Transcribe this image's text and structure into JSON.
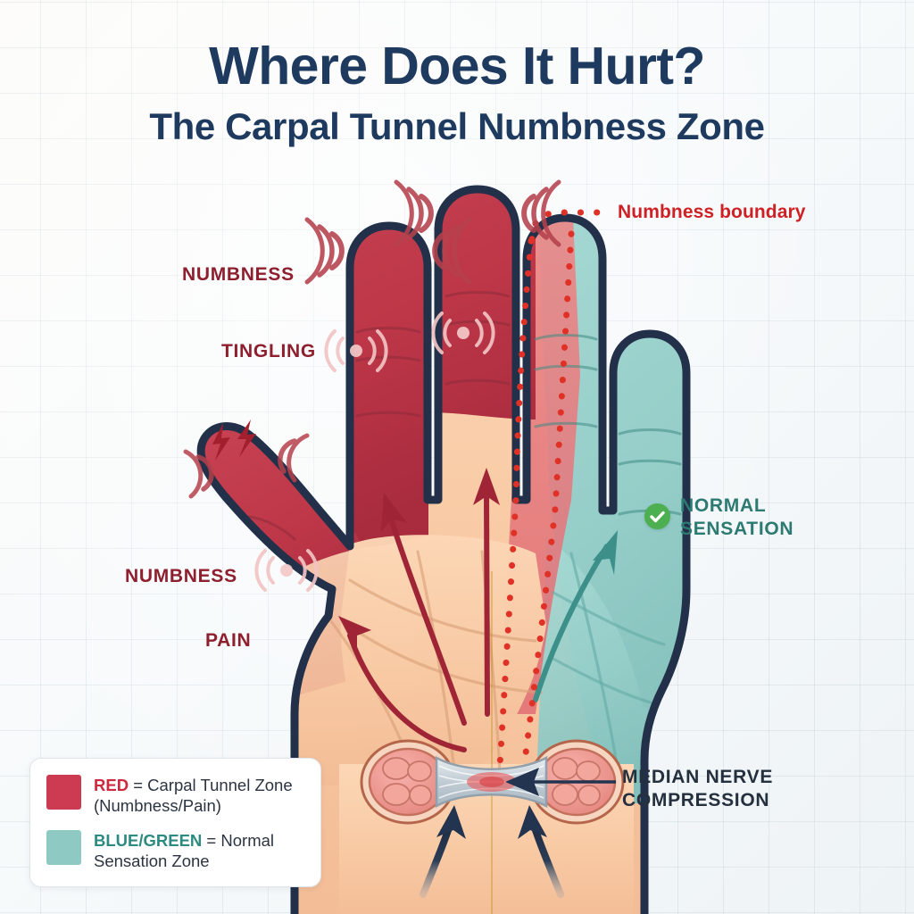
{
  "title": {
    "main": "Where Does It Hurt?",
    "sub": "The Carpal Tunnel Numbness Zone"
  },
  "callouts": {
    "numbness_top": "NUMBNESS",
    "tingling": "TINGLING",
    "numbness_bottom": "NUMBNESS",
    "pain": "PAIN",
    "numbness_boundary": "Numbness boundary",
    "normal_sensation": "NORMAL\nSENSATION",
    "median_nerve": "MEDIAN NERVE\nCOMPRESSION"
  },
  "legend": {
    "items": [
      {
        "swatch_color": "#cc3b52",
        "key": "RED",
        "key_color": "#cc2b3f",
        "text": " = Carpal Tunnel Zone (Numbness/Pain)"
      },
      {
        "swatch_color": "#8fc9c4",
        "key": "BLUE/GREEN",
        "key_color": "#2c8a80",
        "text": " = Normal Sensation Zone"
      }
    ]
  },
  "icons": {
    "check": "check-circle-icon",
    "lightning": "lightning-bolt-icon",
    "waves": "radiating-waves-icon"
  },
  "colors": {
    "title_navy": "#1f3a5f",
    "carpal_red": "#c13c4e",
    "normal_teal": "#9fd3cf",
    "skin": "#f8cba6",
    "outline_navy": "#22304a",
    "boundary_red": "#e03127",
    "nerve_yellow": "#f5cc3d",
    "check_green": "#4caf50",
    "background": "#f4f8fa"
  },
  "diagram": {
    "type": "anatomical-hand-palm-view",
    "zones": [
      {
        "name": "carpal-tunnel-zone",
        "color": "#c13c4e",
        "regions": [
          "thumb",
          "index-finger",
          "middle-finger",
          "ring-finger-radial-half",
          "radial-palm"
        ]
      },
      {
        "name": "normal-sensation-zone",
        "color": "#9fd3cf",
        "regions": [
          "little-finger",
          "ring-finger-ulnar-half",
          "ulnar-palm"
        ]
      }
    ],
    "boundary_style": "red-dotted-line",
    "cross_section": "carpal-tunnel-compression",
    "nerve": "median-nerve"
  }
}
